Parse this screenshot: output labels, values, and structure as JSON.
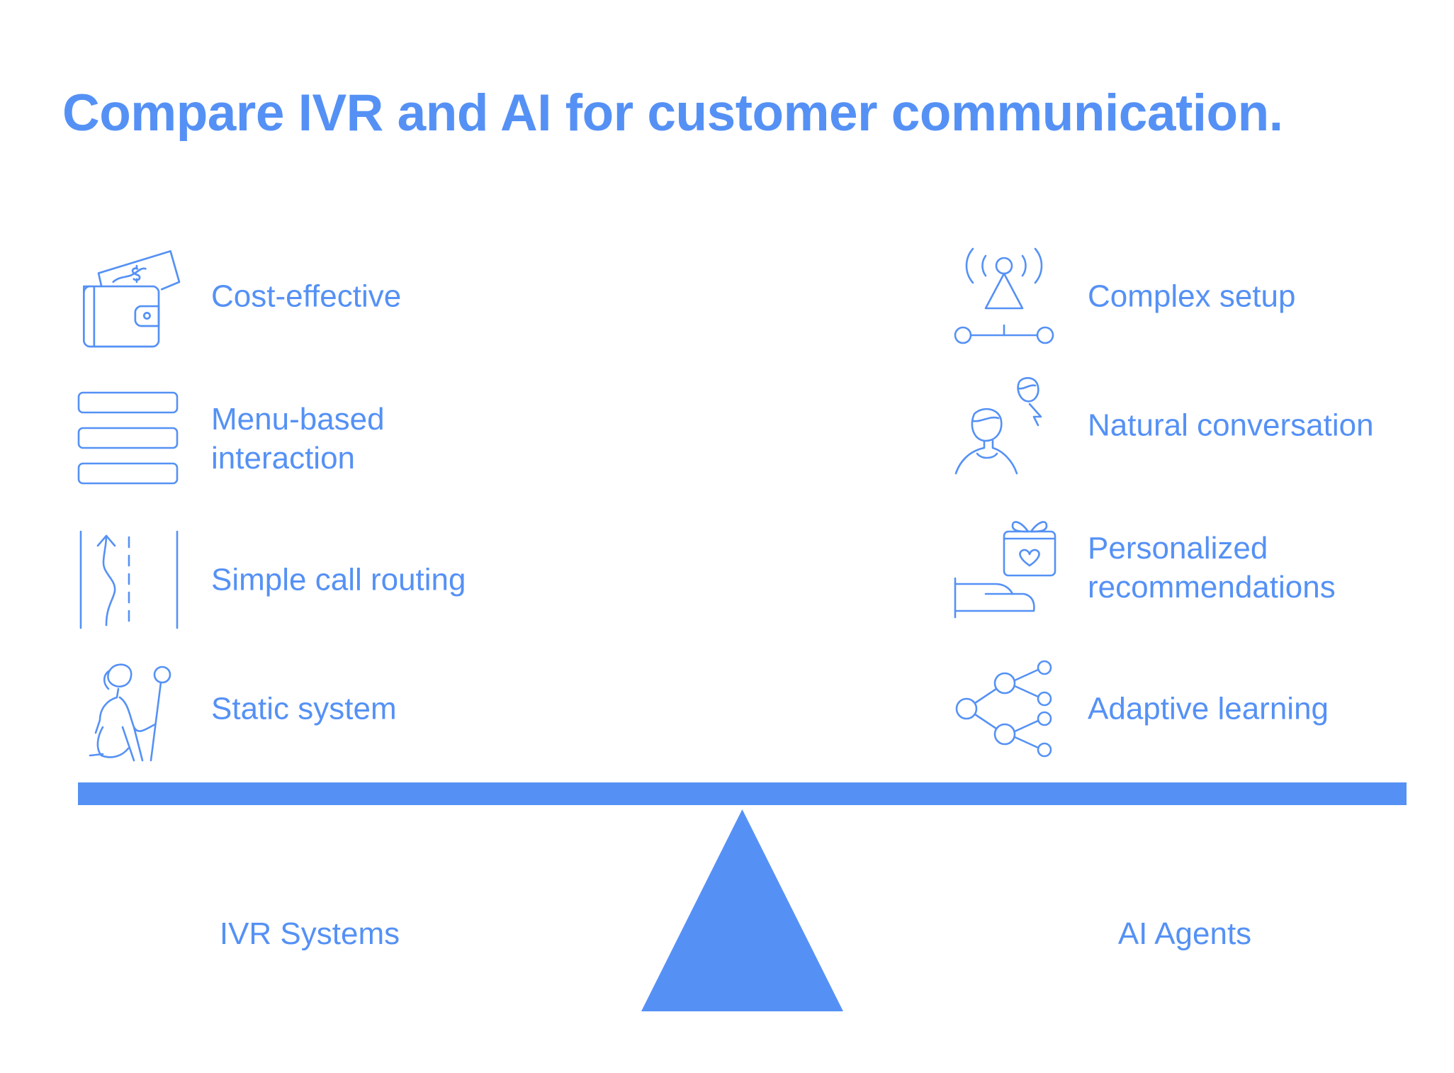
{
  "title": "Compare IVR and AI for customer communication.",
  "left": {
    "label": "IVR Systems",
    "items": [
      {
        "text": "Cost-effective",
        "icon": "wallet-money-icon"
      },
      {
        "text": "Menu-based interaction",
        "icon": "menu-list-icon"
      },
      {
        "text": "Simple call routing",
        "icon": "route-lanes-icon"
      },
      {
        "text": "Static system",
        "icon": "statue-icon"
      }
    ]
  },
  "right": {
    "label": "AI Agents",
    "items": [
      {
        "text": "Complex setup",
        "icon": "network-broadcast-icon"
      },
      {
        "text": "Natural conversation",
        "icon": "conversation-people-icon"
      },
      {
        "text": "Personalized recommendations",
        "icon": "gift-hand-icon"
      },
      {
        "text": "Adaptive learning",
        "icon": "node-network-icon"
      }
    ]
  },
  "colors": {
    "accent": "#5591f5",
    "background": "#ffffff"
  }
}
